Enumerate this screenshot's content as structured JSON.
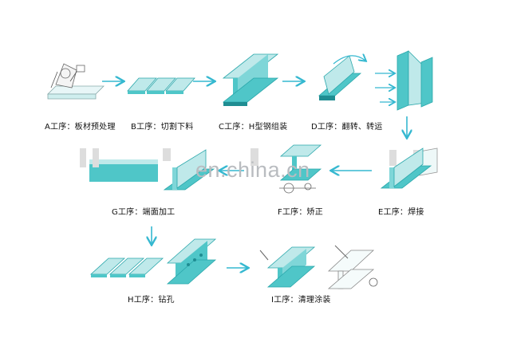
{
  "watermark": "en.china.cn",
  "steps": {
    "a": "A工序：板材预处理",
    "b": "B工序：切割下料",
    "c": "C工序：H型钢组装",
    "d": "D工序：翻转、转运",
    "e": "E工序：焊接",
    "f": "F工序：矫正",
    "g": "G工序：端面加工",
    "h": "H工序：钻孔",
    "i": "I工序：清理涂装"
  },
  "colors": {
    "steel": "#4fc6c8",
    "steel_light": "#bfe9ea",
    "steel_dark": "#1f8d92",
    "arrow": "#35b8d0"
  }
}
